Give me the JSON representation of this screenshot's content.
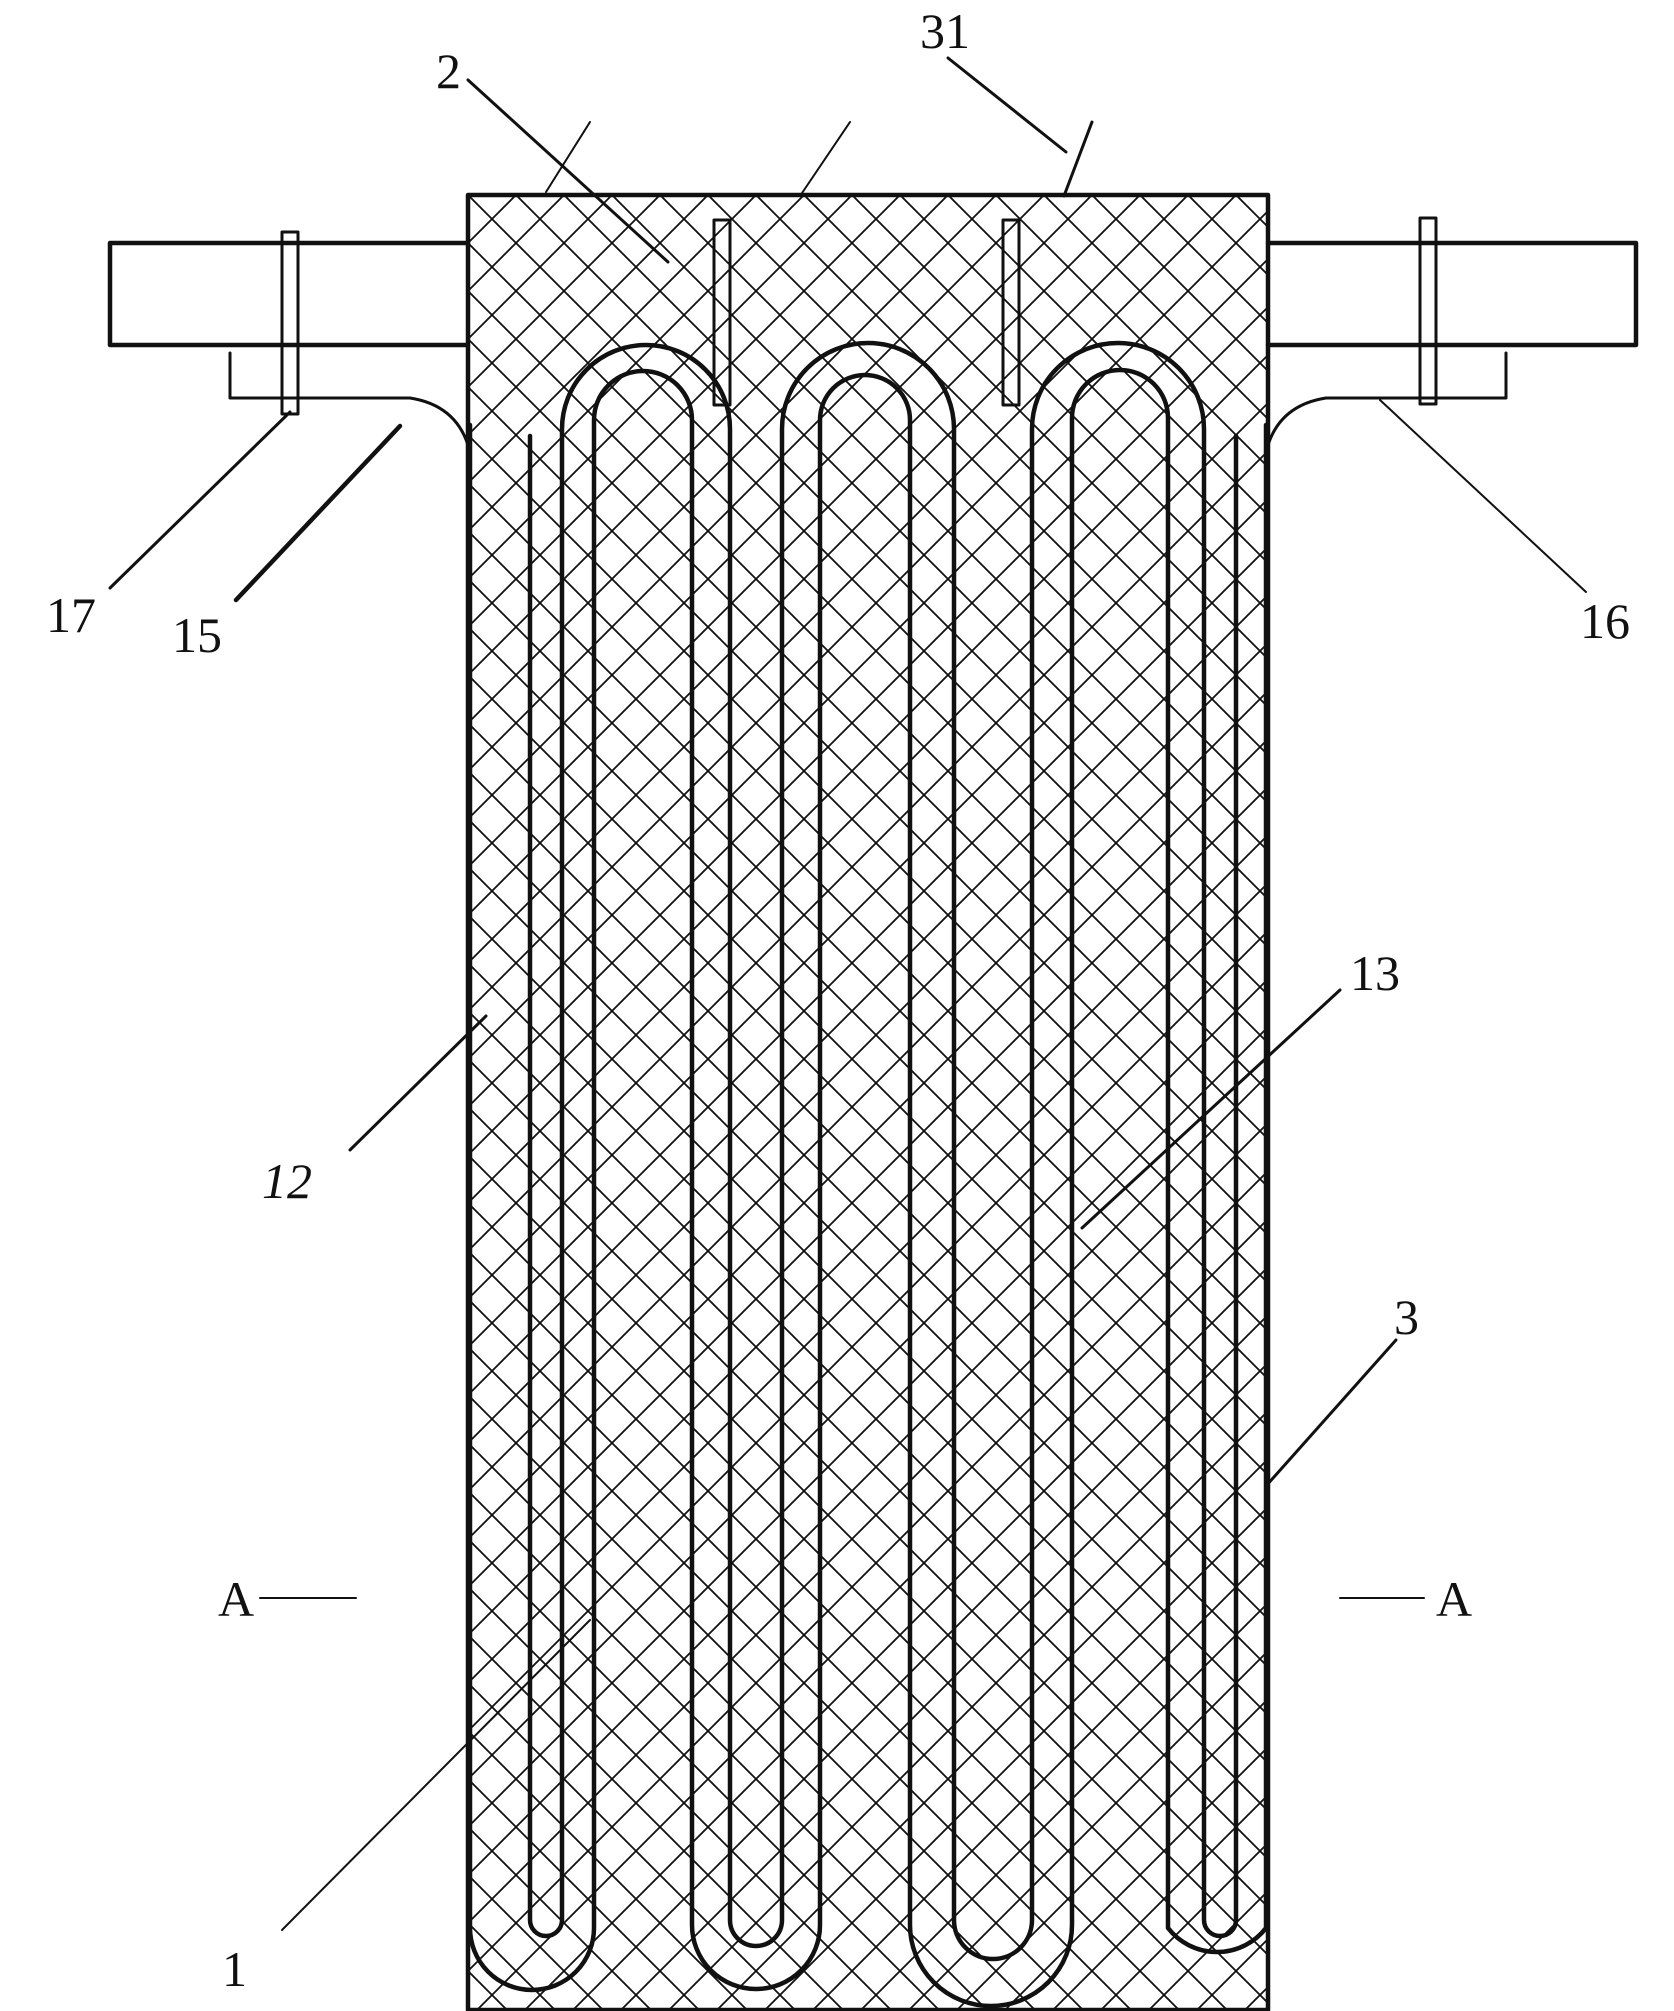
{
  "labels": {
    "l31": "31",
    "l2": "2",
    "l17": "17",
    "l15": "15",
    "l16": "16",
    "l13": "13",
    "l12": "12",
    "l3": "3",
    "l1": "1",
    "section_left": "A",
    "section_right": "A"
  }
}
